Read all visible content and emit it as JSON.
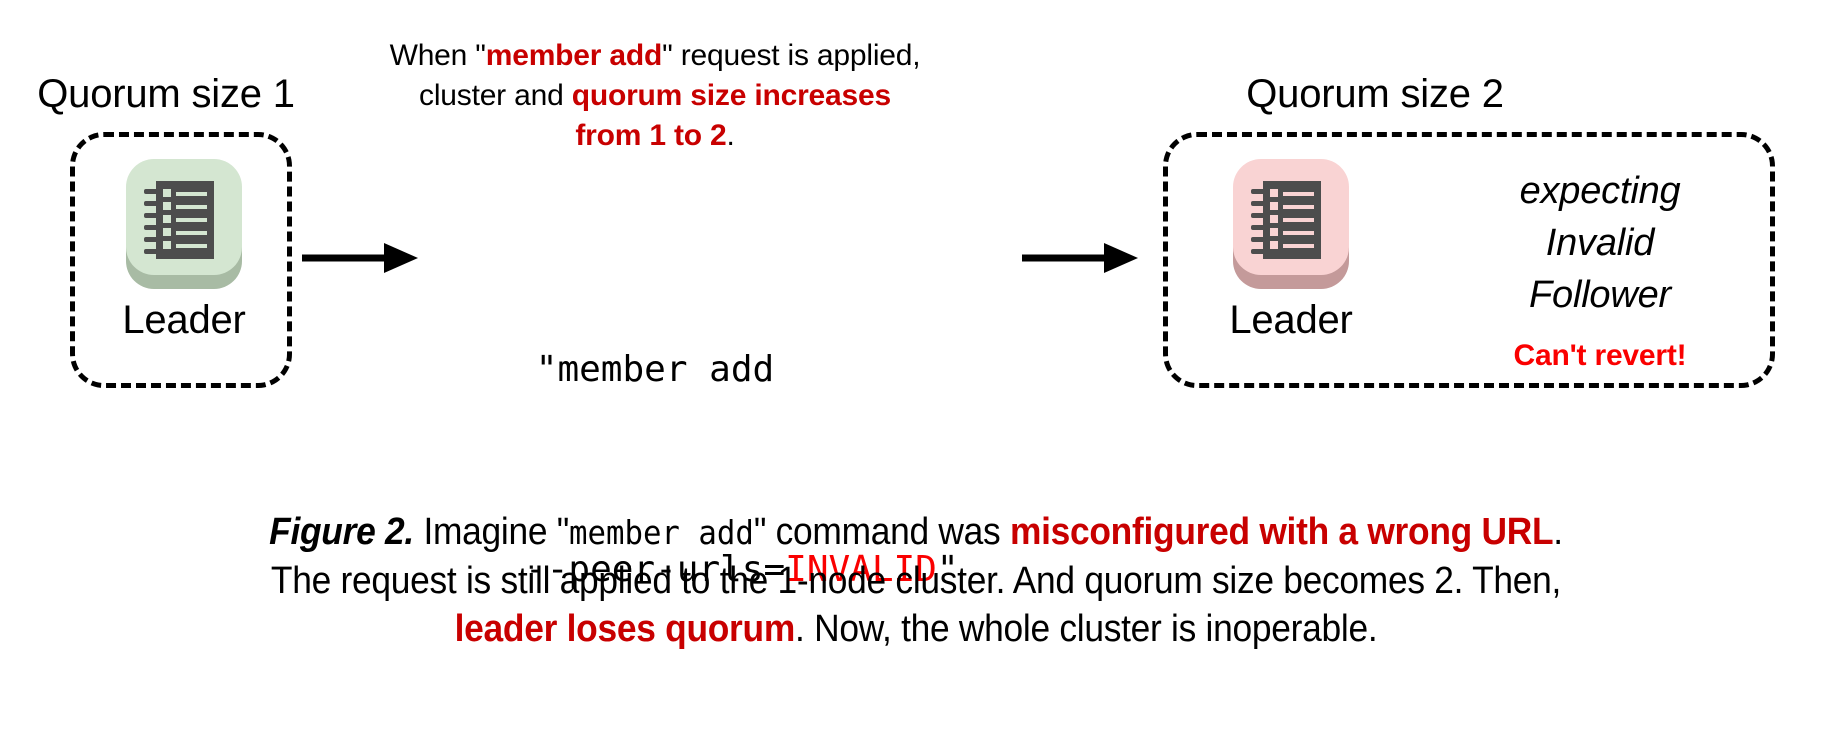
{
  "colors": {
    "red_dark": "#c80000",
    "red_bright": "#fa0000",
    "black": "#000000",
    "leader_ok_plate": "#d4e6d1",
    "leader_ok_shadow": "#a8bba4",
    "leader_bad_plate": "#f9d3d3",
    "leader_bad_shadow": "#c49a9a",
    "icon_body": "#4d4d4d",
    "background": "#ffffff"
  },
  "left_cluster": {
    "title": "Quorum size 1",
    "node": {
      "label": "Leader",
      "icon": "ledger-notebook-icon",
      "state": "healthy"
    }
  },
  "right_cluster": {
    "title": "Quorum size 2",
    "node": {
      "label": "Leader",
      "icon": "ledger-notebook-icon",
      "state": "unhealthy"
    },
    "status_lines": [
      "expecting",
      "Invalid",
      "Follower"
    ],
    "warning": "Can't revert!"
  },
  "top_caption": {
    "line1": {
      "a": "When \"",
      "b_red_bold": "member add",
      "c": "\" request is applied,"
    },
    "line2": {
      "a": "cluster and ",
      "b_red_bold": "quorum size increases"
    },
    "line3": {
      "a_red_bold": "from 1 to 2",
      "b": "."
    }
  },
  "command": {
    "line1": "\"member add",
    "line2_prefix": "--peer-urls=",
    "line2_invalid": "INVALID",
    "line2_suffix": "\""
  },
  "arrows": {
    "left": "arrow-right-icon",
    "right": "arrow-right-icon"
  },
  "figure_caption": {
    "line1": {
      "label_italic": "Figure 2.",
      "a": " Imagine \"",
      "mono": "member add",
      "b": "\" command was ",
      "c_red_bold": "misconfigured with a wrong URL",
      "d": "."
    },
    "line2": {
      "a": "The request is still applied to the 1-node cluster. And quorum size becomes 2. Then,"
    },
    "line3": {
      "a_red_bold": "leader loses quorum",
      "b": ". Now, the whole cluster is inoperable."
    }
  }
}
